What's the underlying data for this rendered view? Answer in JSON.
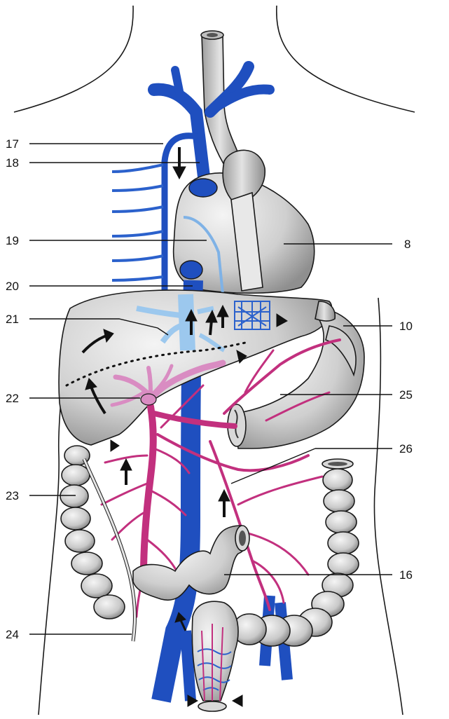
{
  "labels": {
    "l17": "17",
    "l18": "18",
    "l19": "19",
    "l20": "20",
    "l21": "21",
    "l22": "22",
    "l23": "23",
    "l24": "24",
    "l8": "8",
    "l10": "10",
    "l25": "25",
    "l26": "26",
    "l16": "16"
  },
  "colors": {
    "vein": "#1f4fbf",
    "vein_light": "#9cc8ee",
    "portal": "#c2307e",
    "portal_light": "#d98cc2",
    "organ_fill": "#dcdcdc",
    "organ_shade": "#a9a9a9",
    "outline": "#1a1a1a"
  },
  "icons": {
    "flow": "arrow-icon",
    "valve": "triangle-icon"
  }
}
